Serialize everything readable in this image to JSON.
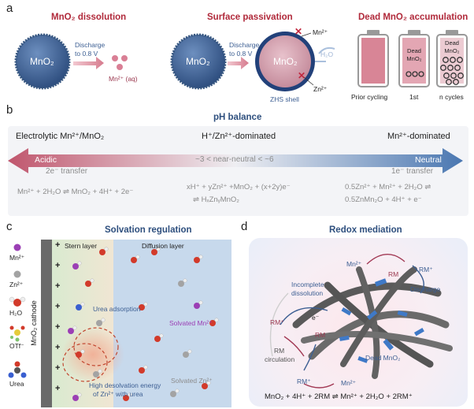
{
  "panel_a": {
    "label": "a",
    "titles": [
      "MnO₂ dissolution",
      "Surface passivation",
      "Dead MnO₂ accumulation"
    ],
    "mno2_label": "MnO₂",
    "discharge_1": "Discharge",
    "discharge_2": "to 0.8 V",
    "mn_aq": "Mn²⁺ (aq)",
    "mn2plus": "Mn²⁺",
    "zn2plus": "Zn²⁺",
    "h2o": "H₂O",
    "zhs_shell": "ZHS shell",
    "dead_mno2": "Dead MnO₂",
    "prior_cycling": "Prior cycling",
    "first": "1st",
    "n_cycles": "n cycles"
  },
  "panel_b": {
    "label": "b",
    "title": "pH balance",
    "left_head": "Electrolytic Mn²⁺/MnO₂",
    "mid_head": "H⁺/Zn²⁺-dominated",
    "right_head": "Mn²⁺-dominated",
    "acidic": "Acidic",
    "neutral": "Neutral",
    "range": "~3 < near-neutral < ~6",
    "left_transfer": "2e⁻ transfer",
    "right_transfer": "1e⁻ transfer",
    "eq_left": "Mn²⁺ + 2H₂O ⇌ MnO₂ + 4H⁺ + 2e⁻",
    "eq_mid_1": "xH⁺ + yZn²⁺ +MnO₂ + (x+2y)e⁻",
    "eq_mid_2": "⇌ HₓZnᵧMnO₂",
    "eq_right_1": "0.5Zn²⁺ + Mn²⁺ + 2H₂O ⇌",
    "eq_right_2": "0.5ZnMn₂O + 4H⁺ + e⁻"
  },
  "panel_c": {
    "label": "c",
    "title": "Solvation regulation",
    "legend": [
      "Mn²⁺",
      "Zn²⁺",
      "H₂O",
      "OTf⁻",
      "Urea"
    ],
    "cathode": "MnO₂ cathode",
    "stern": "Stern layer",
    "diffusion": "Diffusion layer",
    "urea_adsorption": "Urea adsorption",
    "solvated_mn": "Solvated Mn²⁺",
    "solvated_zn": "Solvated Zn²⁺",
    "high_desolv_1": "High desolvation energy",
    "high_desolv_2": "of Zn²⁺ with urea"
  },
  "panel_d": {
    "label": "d",
    "title": "Redox mediation",
    "mn2_top": "Mn²⁺",
    "rm": "RM",
    "rm_plus": "RM⁺",
    "incomplete_1": "Incomplete",
    "incomplete_2": "dissolution",
    "discharge": "Discharge",
    "e_minus": "e⁻",
    "rm_circ_1": "RM",
    "rm_circ_2": "circulation",
    "dead_mno2": "Dead MnO₂",
    "mn2_bottom": "Mn²⁺",
    "equation": "MnO₂ + 4H⁺ + 2RM ⇌ Mn²⁺ + 2H₂O + 2RM⁺"
  }
}
